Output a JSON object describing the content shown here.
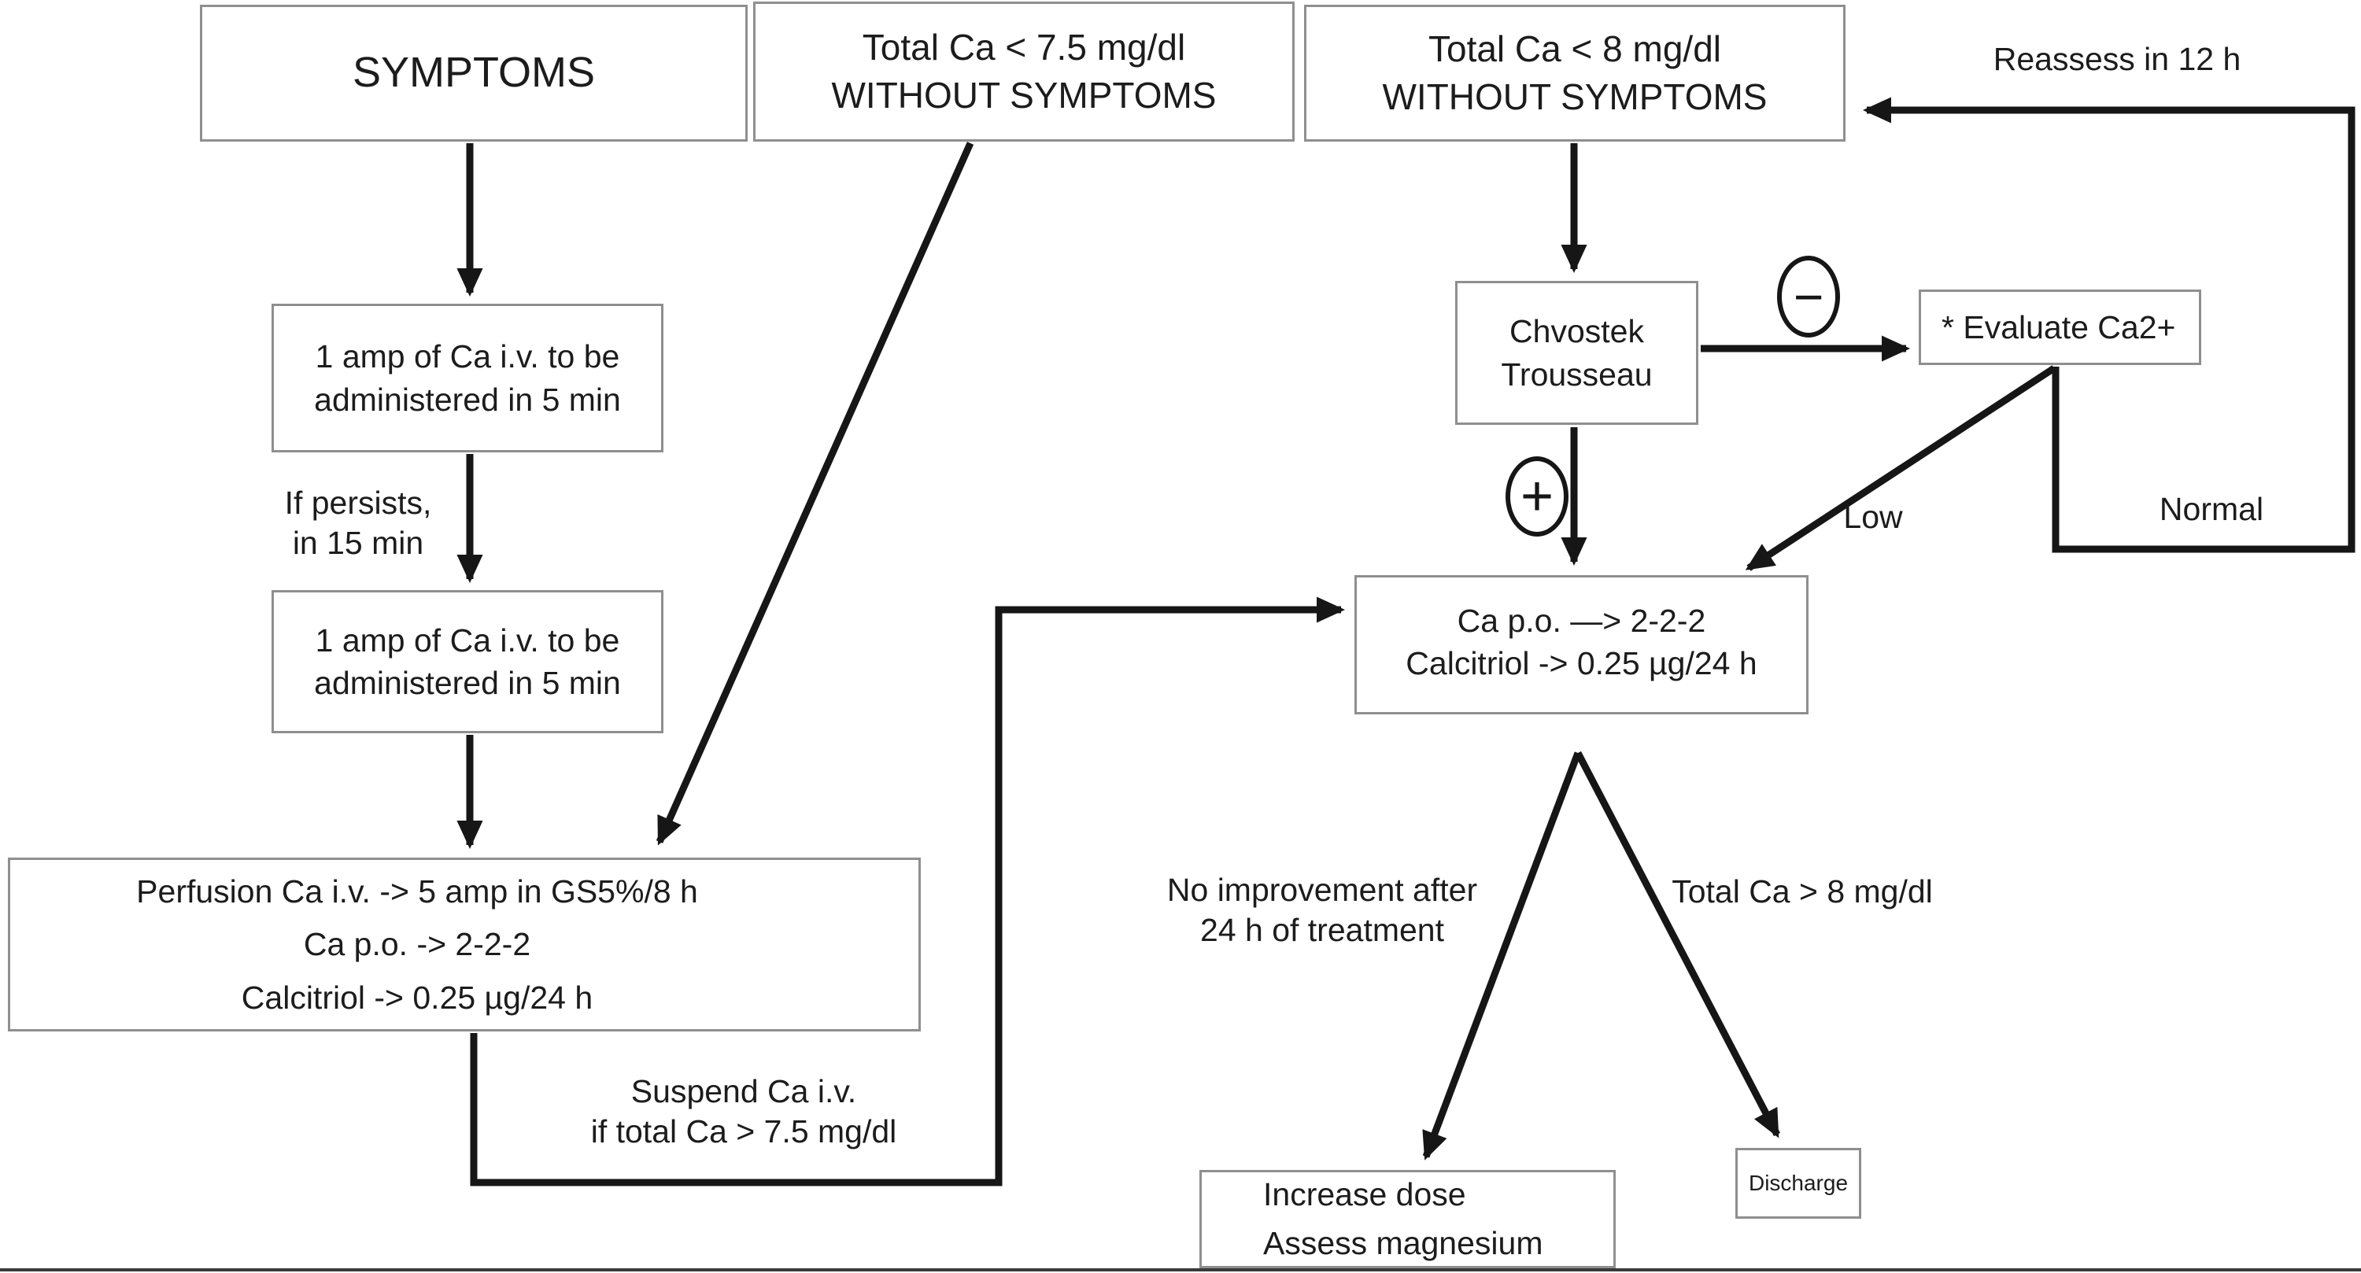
{
  "nodes": {
    "symptoms": {
      "label": "SYMPTOMS"
    },
    "ca75": {
      "line1": "Total Ca < 7.5 mg/dl",
      "line2": "WITHOUT SYMPTOMS"
    },
    "ca8": {
      "line1": "Total Ca < 8 mg/dl",
      "line2": "WITHOUT SYMPTOMS"
    },
    "amp1": {
      "line1": "1 amp of Ca i.v. to be",
      "line2": "administered in 5 min"
    },
    "amp2": {
      "line1": "1 amp of Ca i.v. to be",
      "line2": "administered in 5 min"
    },
    "perfusion": {
      "line1": "Perfusion Ca i.v. -> 5 amp in GS5%/8 h",
      "line2": "Ca p.o. -> 2-2-2",
      "line3": "Calcitriol -> 0.25 µg/24 h"
    },
    "chvostek": {
      "line1": "Chvostek",
      "line2": "Trousseau"
    },
    "evaluate": {
      "label": "* Evaluate Ca2+"
    },
    "capo": {
      "line1": "Ca p.o. —> 2-2-2",
      "line2": "Calcitriol -> 0.25 µg/24 h"
    },
    "increase": {
      "line1": "Increase dose",
      "line2": "Assess magnesium"
    },
    "discharge": {
      "label": "Discharge"
    }
  },
  "labels": {
    "reassess": "Reassess in 12 h",
    "if_persists_1": "If persists,",
    "if_persists_2": "in 15 min",
    "minus_sign": "−",
    "plus_sign": "+",
    "low": "Low",
    "normal": "Normal",
    "no_improvement_1": "No improvement after",
    "no_improvement_2": "24 h of treatment",
    "total_ca_gt_8": "Total Ca > 8 mg/dl",
    "suspend_1": "Suspend Ca i.v.",
    "suspend_2": "if total Ca > 7.5 mg/dl"
  },
  "colors": {
    "connector": "#161616",
    "box_border": "#8f8f8f",
    "text": "#1c1c1c",
    "background": "#ffffff"
  }
}
